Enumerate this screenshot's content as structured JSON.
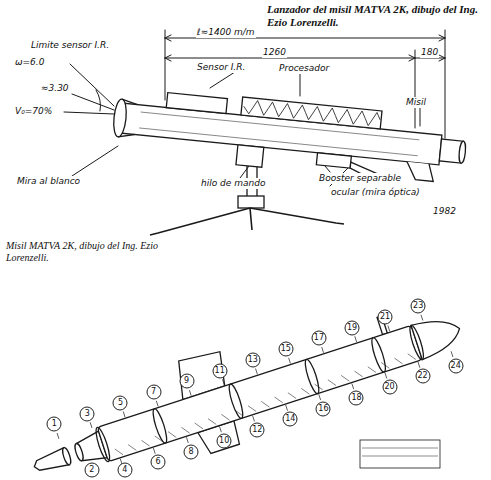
{
  "diagram": {
    "labels": [
      "Lanzador del misil MATVA 2K, dibujo del Ing. Ezio Lorenzelli.",
      "Limite sensor I.R.",
      "ω=6.0",
      "≈3.30",
      "V₀=70%",
      "Mira al blanco",
      "Sensor I.R.",
      "Procesador",
      "1260",
      "ℓ≈1400 m/m",
      "180",
      "Misil",
      "hilo de mando",
      "Booster separable",
      "ocular (mira óptica)",
      "1982",
      "Misil MATVA 2K, dibujo del Ing. Ezio Lorenzelli.",
      "1",
      "2",
      "3",
      "4",
      "5",
      "6",
      "7",
      "8",
      "9",
      "10",
      "11",
      "12",
      "13",
      "14",
      "15",
      "16",
      "17",
      "18",
      "19",
      "20",
      "21",
      "22",
      "23",
      "24"
    ]
  }
}
